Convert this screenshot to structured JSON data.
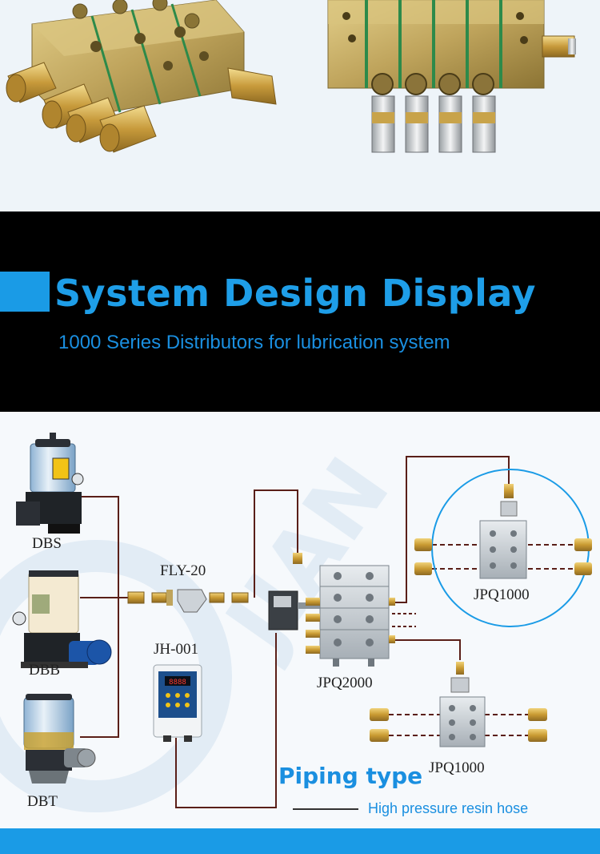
{
  "banner": {
    "title": "System Design Display",
    "subtitle": "1000 Series Distributors for lubrication system"
  },
  "components": {
    "dbs": "DBS",
    "dbb": "DBB",
    "dbt": "DBT",
    "fly": "FLY-20",
    "controller": "JH-001",
    "controller_display": "8888",
    "jpq2000": "JPQ2000",
    "jpq1000_upper": "JPQ1000",
    "jpq1000_lower": "JPQ1000"
  },
  "piping": {
    "title": "Piping type",
    "description": "High pressure resin hose"
  },
  "colors": {
    "accent_blue": "#1a9be6",
    "pipe": "#5a1f18",
    "brass": "#c9a247",
    "banner_bg": "#000000"
  }
}
